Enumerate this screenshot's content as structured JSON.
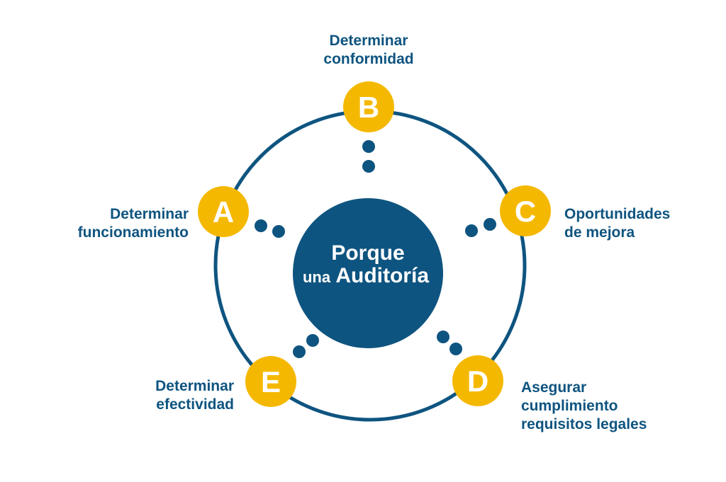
{
  "colors": {
    "primary": "#0e5480",
    "accent": "#f5b800",
    "text": "#0e5480"
  },
  "center": {
    "line1": "Porque",
    "line2_small": "una",
    "line2_big": "Auditoría"
  },
  "nodes": [
    {
      "letter": "A",
      "label_lines": [
        "Determinar",
        "funcionamiento"
      ]
    },
    {
      "letter": "B",
      "label_lines": [
        "Determinar",
        "conformidad"
      ]
    },
    {
      "letter": "C",
      "label_lines": [
        "Oportunidades",
        "de mejora"
      ]
    },
    {
      "letter": "D",
      "label_lines": [
        "Asegurar",
        "cumplimiento",
        "requisitos legales"
      ]
    },
    {
      "letter": "E",
      "label_lines": [
        "Determinar",
        "efectividad"
      ]
    }
  ]
}
